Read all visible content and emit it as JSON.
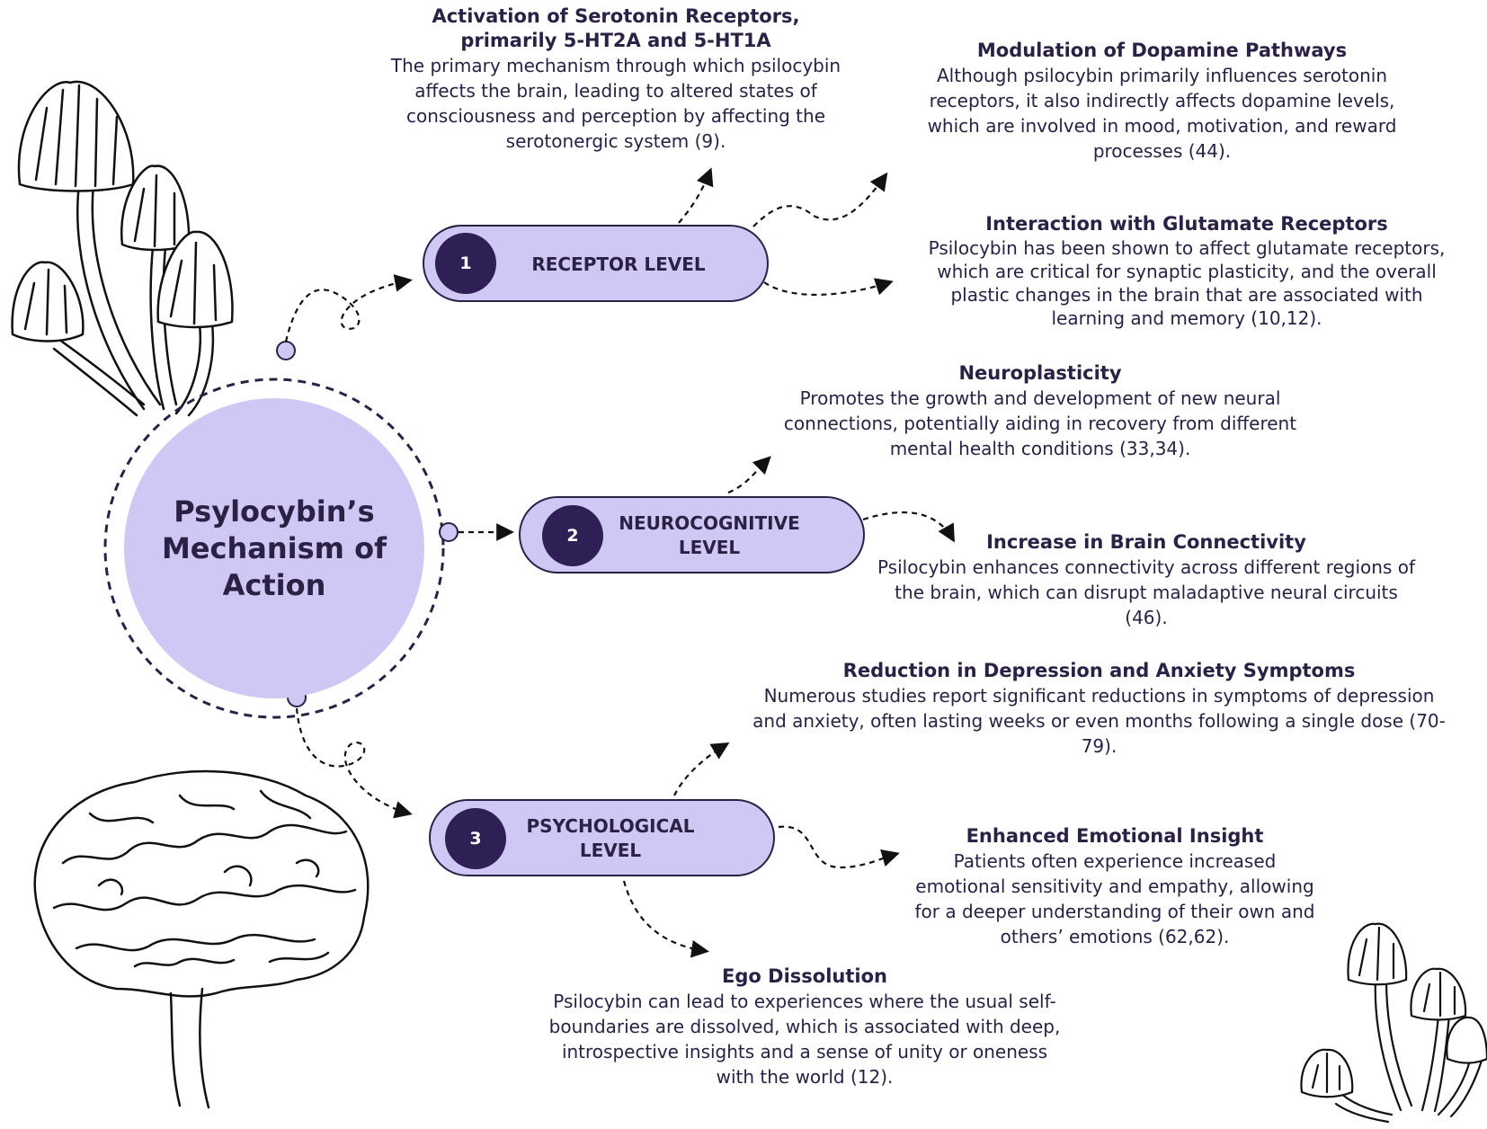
{
  "diagram": {
    "title": "Psylocybin’s Mechanism of Action",
    "levels": [
      {
        "number": "1",
        "label": "RECEPTOR LEVEL"
      },
      {
        "number": "2",
        "label": "NEUROCOGNITIVE\nLEVEL"
      },
      {
        "number": "3",
        "label": "PSYCHOLOGICAL\nLEVEL"
      }
    ],
    "effects": {
      "serotonin": {
        "title": "Activation of Serotonin Receptors, primarily 5-HT2A and 5-HT1A",
        "text": "The primary mechanism through which psilocybin affects the brain, leading to altered states of consciousness and perception by affecting the serotonergic system (9)."
      },
      "dopamine": {
        "title": "Modulation of Dopamine Pathways",
        "text": "Although psilocybin primarily influences serotonin receptors, it also indirectly affects dopamine levels, which are involved in mood, motivation, and reward processes (44)."
      },
      "glutamate": {
        "title": "Interaction with Glutamate Receptors",
        "text": "Psilocybin has been shown to affect glutamate receptors, which are critical for synaptic plasticity, and the overall plastic changes in the brain that are associated with learning and memory (10,12)."
      },
      "neuroplasticity": {
        "title": "Neuroplasticity",
        "text": "Promotes the growth and development of new neural connections, potentially aiding in recovery from different mental health conditions (33,34)."
      },
      "connectivity": {
        "title": "Increase in Brain Connectivity",
        "text": "Psilocybin enhances connectivity across different regions of the brain, which can disrupt maladaptive neural circuits (46)."
      },
      "depression": {
        "title": "Reduction in Depression and Anxiety Symptoms",
        "text": "Numerous studies report significant reductions in symptoms of depression and anxiety, often lasting weeks or even months following a single dose (70-79)."
      },
      "insight": {
        "title": "Enhanced Emotional Insight",
        "text": "Patients often experience increased emotional sensitivity and empathy, allowing for a deeper understanding of their own and others’ emotions (62,62)."
      },
      "ego": {
        "title": "Ego Dissolution",
        "text": "Psilocybin can lead to experiences where the usual self-boundaries are dissolved, which is associated with deep, introspective insights and a sense of unity or oneness with the world (12)."
      }
    },
    "illustrations": [
      "mushroom-cluster-illustration",
      "brain-illustration",
      "mushroom-cluster-small-illustration"
    ],
    "colors": {
      "lavender": "#cfc8f4",
      "dark_purple": "#2e1f55",
      "ink": "#2b2145"
    }
  }
}
